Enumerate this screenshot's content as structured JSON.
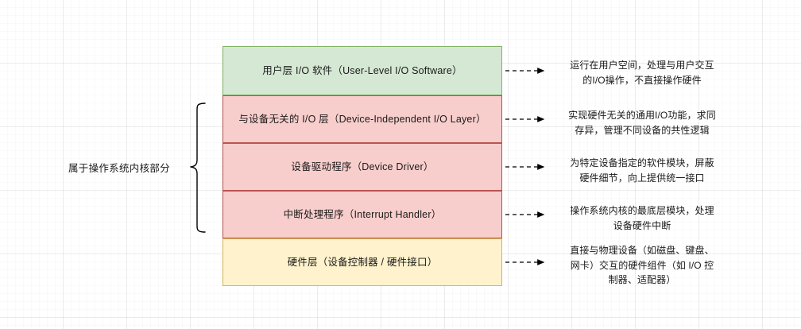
{
  "diagram": {
    "kernel_caption": "属于操作系统内核部分",
    "layers": [
      {
        "label": "用户层 I/O 软件（User-Level I/O Software）",
        "style": "layer-green",
        "fill": "#d5e8d4",
        "stroke": "#82b366",
        "note_lines": [
          "运行在用户空间，处理与用户交互",
          "的I/O操作，不直接操作硬件"
        ]
      },
      {
        "label": "与设备无关的 I/O 层（Device-Independent I/O Layer）",
        "style": "layer-pink",
        "fill": "#f8cecc",
        "stroke": "#b85450",
        "note_lines": [
          "实现硬件无关的通用I/O功能，求同",
          "存异，管理不同设备的共性逻辑"
        ]
      },
      {
        "label": "设备驱动程序（Device Driver）",
        "style": "layer-pink",
        "fill": "#f8cecc",
        "stroke": "#b85450",
        "note_lines": [
          "为特定设备指定的软件模块，屏蔽",
          "硬件细节，向上提供统一接口"
        ]
      },
      {
        "label": "中断处理程序（Interrupt Handler）",
        "style": "layer-pink",
        "fill": "#f8cecc",
        "stroke": "#b85450",
        "note_lines": [
          "操作系统内核的最底层模块，处理",
          "设备硬件中断"
        ]
      },
      {
        "label": "硬件层（设备控制器 / 硬件接口）",
        "style": "layer-yellow",
        "fill": "#fff2cc",
        "stroke": "#d6b656",
        "note_lines": [
          "直接与物理设备（如磁盘、键盘、",
          "网卡）交互的硬件组件（如 I/O 控",
          "制器、适配器）"
        ]
      }
    ],
    "connector": {
      "style": "dashed-arrow",
      "color": "#000000"
    },
    "brace": {
      "color": "#000000",
      "spans_layers": [
        1,
        2,
        3
      ]
    }
  }
}
